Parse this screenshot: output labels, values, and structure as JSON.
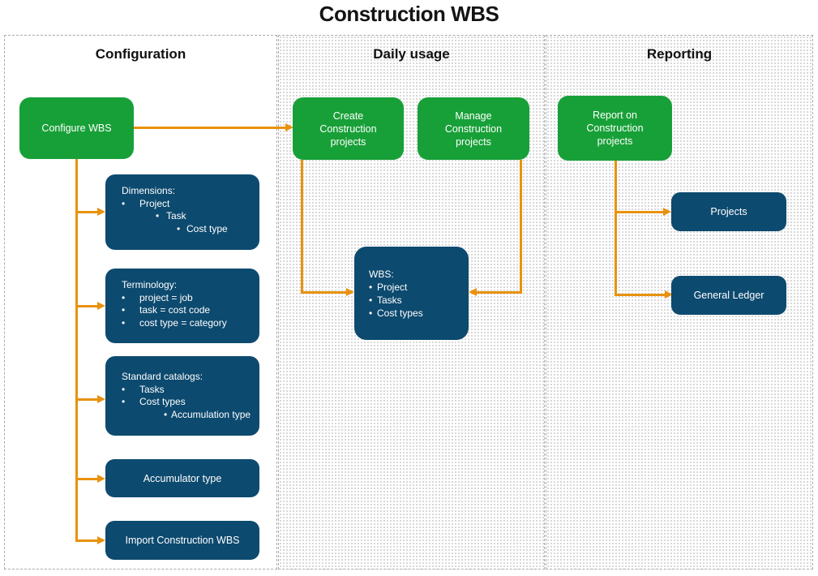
{
  "title": "Construction WBS",
  "columns": [
    {
      "label": "Configuration"
    },
    {
      "label": "Daily usage"
    },
    {
      "label": "Reporting"
    }
  ],
  "colors": {
    "node_green": "#18A038",
    "node_blue": "#0D4A6F",
    "arrow_orange": "#E8920F",
    "border_gray": "#ababab"
  },
  "boxes": {
    "configure_wbs": {
      "label": "Configure WBS"
    },
    "create_projects": {
      "label": "Create Construction projects"
    },
    "manage_projects": {
      "label": "Manage Construction projects"
    },
    "report_projects": {
      "label": "Report on Construction projects"
    },
    "dimensions": {
      "title": "Dimensions:",
      "items": [
        {
          "text": "Project"
        },
        {
          "text": "Task"
        },
        {
          "text": "Cost type"
        }
      ]
    },
    "terminology": {
      "title": "Terminology:",
      "items": [
        {
          "text": "project = job"
        },
        {
          "text": "task = cost code"
        },
        {
          "text": "cost type = category"
        }
      ]
    },
    "standard_catalogs": {
      "title": "Standard catalogs:",
      "items": [
        {
          "text": "Tasks"
        },
        {
          "text": "Cost types"
        },
        {
          "text": "Accumulation type"
        }
      ]
    },
    "accumulator_type": {
      "label": "Accumulator type"
    },
    "import_wbs": {
      "label": "Import Construction WBS"
    },
    "wbs": {
      "title": "WBS:",
      "items": [
        {
          "text": "Project"
        },
        {
          "text": "Tasks"
        },
        {
          "text": "Cost types"
        }
      ]
    },
    "projects": {
      "label": "Projects"
    },
    "general_ledger": {
      "label": "General Ledger"
    }
  }
}
